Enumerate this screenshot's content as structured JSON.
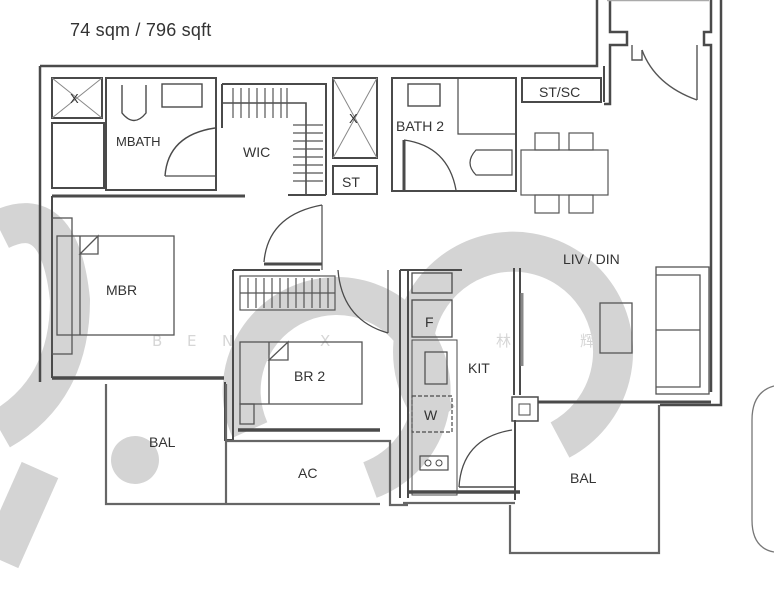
{
  "header": {
    "area": "74 sqm / 796 sqft"
  },
  "rooms": {
    "mbath": "MBATH",
    "wic": "WIC",
    "st": "ST",
    "bath2": "BATH 2",
    "stsc": "ST/SC",
    "mbr": "MBR",
    "br2": "BR 2",
    "liv_din": "LIV / DIN",
    "kit": "KIT",
    "bal_left": "BAL",
    "ac": "AC",
    "bal_right": "BAL"
  },
  "fixtures": {
    "fridge": "F",
    "washer": "W",
    "shaft_top_left": "X",
    "shaft_mid": "X"
  },
  "watermark": {
    "latin": [
      "B",
      "E",
      "N",
      "X"
    ],
    "cjk": [
      "林",
      "辉"
    ]
  },
  "colors": {
    "wall": "#4a4a4a",
    "line": "#6a6a6a",
    "watermark": "#d4d4d4",
    "background": "#ffffff"
  }
}
